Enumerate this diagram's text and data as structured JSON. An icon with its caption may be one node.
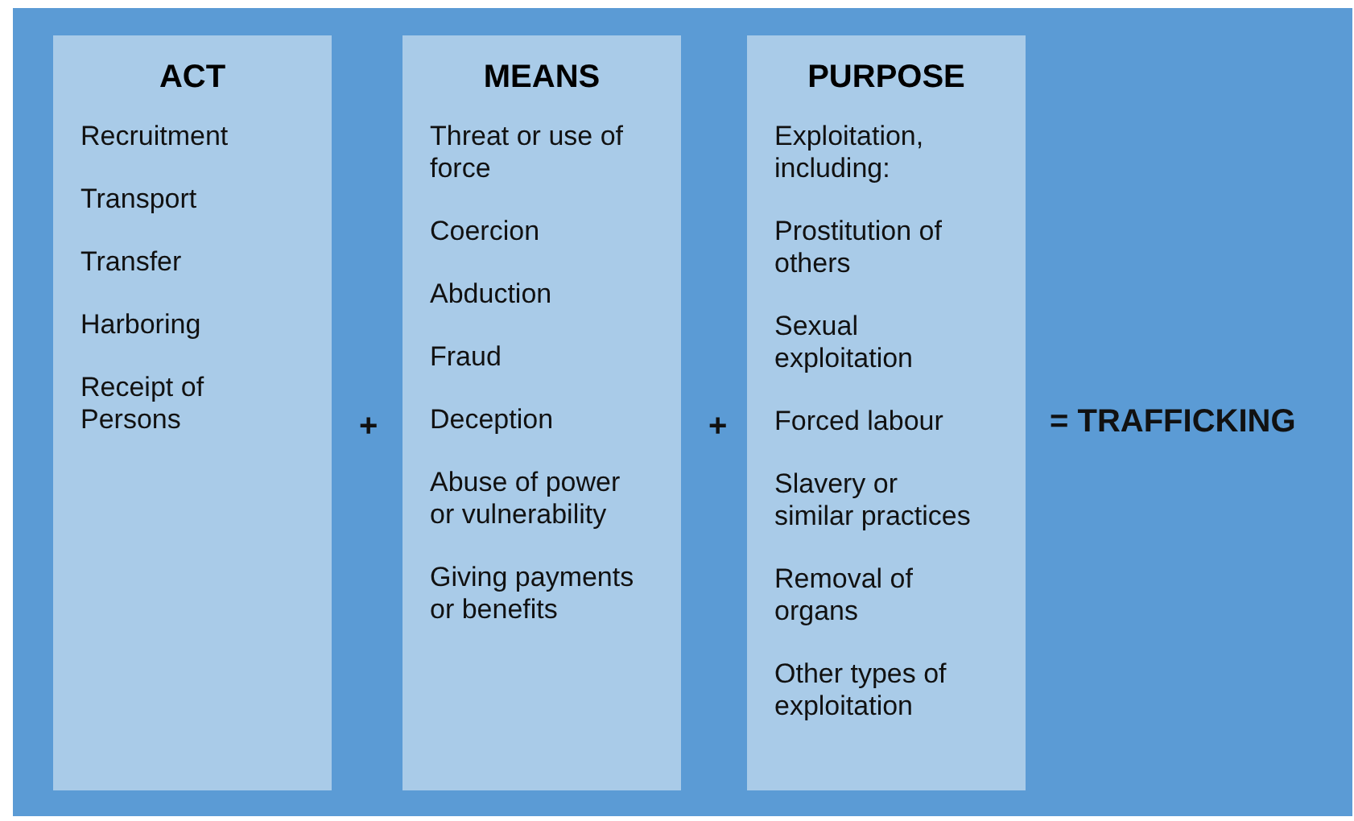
{
  "diagram": {
    "nodes": [
      {
        "text": [
          "ACT",
          "Recruitment",
          "Transport",
          "Transfer",
          "Harboring",
          "Receipt of Persons"
        ]
      },
      {
        "text": [
          "MEANS",
          "Threat or use of force",
          "Coercion",
          "Abduction",
          "Fraud",
          "Deception",
          "Abuse of power or vulnerability",
          "Giving payments or benefits"
        ]
      },
      {
        "text": [
          "PURPOSE",
          "Exploitation, including:",
          "Prostitution of others",
          "Sexual exploitation",
          "Forced labour",
          "Slavery or similar practices",
          "Removal of organs",
          "Other types of exploitation"
        ]
      }
    ],
    "labels": [
      "+",
      "+",
      "= TRAFFICKING"
    ]
  }
}
